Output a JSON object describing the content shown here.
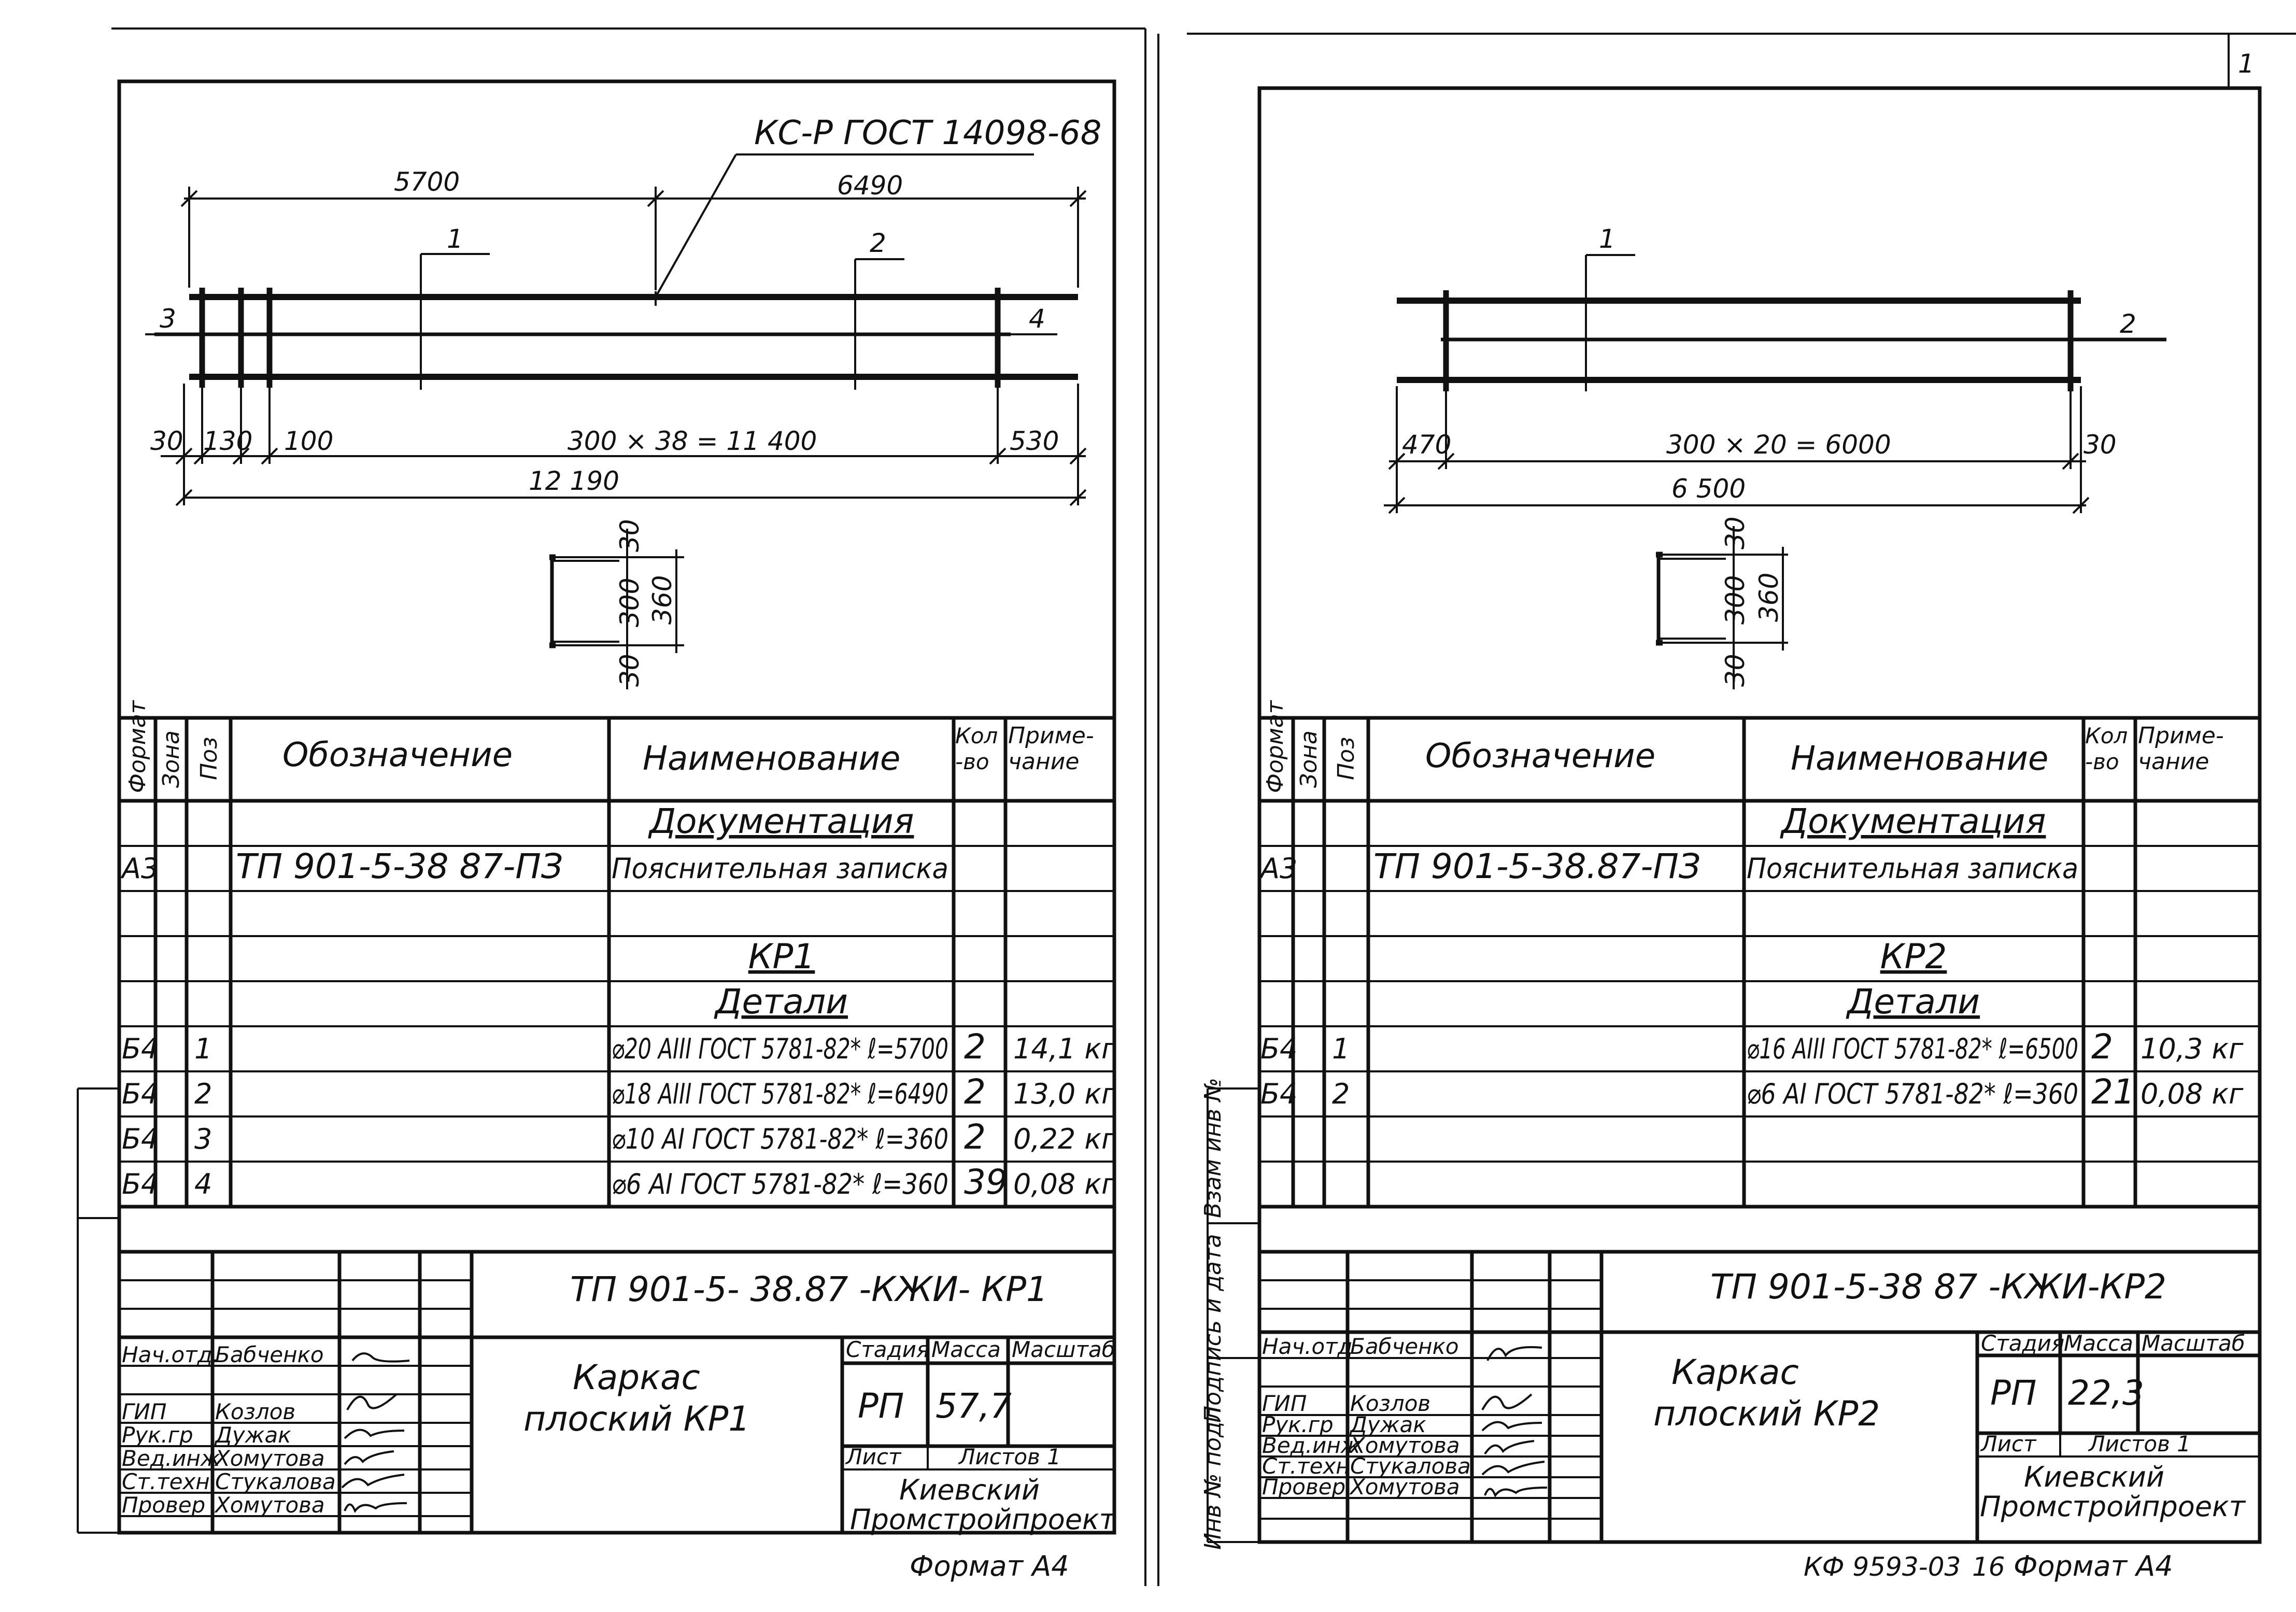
{
  "page_number": "1",
  "left": {
    "weld_note": "КС-Р ГОСТ 14098-68",
    "dims": {
      "d5700": "5700",
      "d6490": "6490",
      "d30": "30",
      "d130": "130",
      "d100": "100",
      "span": "300 × 38 = 11 400",
      "d530": "530",
      "total": "12 190"
    },
    "callouts": {
      "p1": "1",
      "p2": "2",
      "p3": "3",
      "p4": "4"
    },
    "section": {
      "top": "30",
      "inner": "300",
      "outer": "360",
      "bottom": "30"
    },
    "table_header": {
      "format": "Формат",
      "zone": "Зона",
      "pos": "Поз",
      "designation": "Обозначение",
      "name": "Наименование",
      "qty": "Кол-во",
      "note": "Приме-чание"
    },
    "table_rows": [
      {
        "format": "",
        "pos": "",
        "designation": "",
        "name": "Документация",
        "qty": "",
        "note": "",
        "style": "heading"
      },
      {
        "format": "А3",
        "pos": "",
        "designation": "ТП 901-5-38 87-ПЗ",
        "name": "Пояснительная записка",
        "qty": "",
        "note": "",
        "style": ""
      },
      {
        "format": "",
        "pos": "",
        "designation": "",
        "name": "",
        "qty": "",
        "note": "",
        "style": ""
      },
      {
        "format": "",
        "pos": "",
        "designation": "",
        "name": "КР1",
        "qty": "",
        "note": "",
        "style": "heading"
      },
      {
        "format": "",
        "pos": "",
        "designation": "",
        "name": "Детали",
        "qty": "",
        "note": "",
        "style": "heading"
      },
      {
        "format": "Б4",
        "pos": "1",
        "designation": "",
        "name": "⌀20 АIII ГОСТ 5781-82* ℓ=5700",
        "qty": "2",
        "note": "14,1 кг",
        "style": ""
      },
      {
        "format": "Б4",
        "pos": "2",
        "designation": "",
        "name": "⌀18 АIII ГОСТ 5781-82* ℓ=6490",
        "qty": "2",
        "note": "13,0 кг",
        "style": ""
      },
      {
        "format": "Б4",
        "pos": "3",
        "designation": "",
        "name": "⌀10 АI ГОСТ 5781-82* ℓ=360",
        "qty": "2",
        "note": "0,22 кг",
        "style": ""
      },
      {
        "format": "Б4",
        "pos": "4",
        "designation": "",
        "name": "⌀6 АI ГОСТ 5781-82* ℓ=360",
        "qty": "39",
        "note": "0,08 кг",
        "style": ""
      }
    ],
    "title_block": {
      "doc_code": "ТП 901-5- 38.87 -КЖИ- КР1",
      "title_line1": "Каркас",
      "title_line2": "плоский КР1",
      "stage_label": "Стадия",
      "mass_label": "Масса",
      "scale_label": "Масштаб",
      "stage": "РП",
      "mass": "57,7",
      "sheet_label": "Лист",
      "sheets_label": "Листов 1",
      "org_line1": "Киевский",
      "org_line2": "Промстройпроект",
      "roles": [
        {
          "role": "Нач.отд.",
          "name": "Бабченко"
        },
        {
          "role": "ГИП",
          "name": "Козлов"
        },
        {
          "role": "Рук.гр",
          "name": "Дужак"
        },
        {
          "role": "Вед.инж",
          "name": "Хомутова"
        },
        {
          "role": "Ст.техн",
          "name": "Стукалова"
        },
        {
          "role": "Провер",
          "name": "Хомутова"
        }
      ]
    },
    "format_note": "Формат А4"
  },
  "right": {
    "dims": {
      "d470": "470",
      "span": "300 × 20 = 6000",
      "d30": "30",
      "total": "6 500"
    },
    "callouts": {
      "p1": "1",
      "p2": "2"
    },
    "section": {
      "top": "30",
      "inner": "300",
      "outer": "360",
      "bottom": "30"
    },
    "table_header": {
      "format": "Формат",
      "zone": "Зона",
      "pos": "Поз",
      "designation": "Обозначение",
      "name": "Наименование",
      "qty": "Кол-во",
      "note": "Приме-чание"
    },
    "table_rows": [
      {
        "format": "",
        "pos": "",
        "designation": "",
        "name": "Документация",
        "qty": "",
        "note": "",
        "style": "heading"
      },
      {
        "format": "А3",
        "pos": "",
        "designation": "ТП 901-5-38.87-ПЗ",
        "name": "Пояснительная записка",
        "qty": "",
        "note": "",
        "style": ""
      },
      {
        "format": "",
        "pos": "",
        "designation": "",
        "name": "",
        "qty": "",
        "note": "",
        "style": ""
      },
      {
        "format": "",
        "pos": "",
        "designation": "",
        "name": "КР2",
        "qty": "",
        "note": "",
        "style": "heading"
      },
      {
        "format": "",
        "pos": "",
        "designation": "",
        "name": "Детали",
        "qty": "",
        "note": "",
        "style": "heading"
      },
      {
        "format": "Б4",
        "pos": "1",
        "designation": "",
        "name": "⌀16 АIII ГОСТ 5781-82* ℓ=6500",
        "qty": "2",
        "note": "10,3 кг",
        "style": ""
      },
      {
        "format": "Б4",
        "pos": "2",
        "designation": "",
        "name": "⌀6 АI ГОСТ 5781-82* ℓ=360",
        "qty": "21",
        "note": "0,08 кг",
        "style": ""
      },
      {
        "format": "",
        "pos": "",
        "designation": "",
        "name": "",
        "qty": "",
        "note": "",
        "style": ""
      },
      {
        "format": "",
        "pos": "",
        "designation": "",
        "name": "",
        "qty": "",
        "note": "",
        "style": ""
      }
    ],
    "title_block": {
      "doc_code": "ТП 901-5-38 87 -КЖИ-КР2",
      "title_line1": "Каркас",
      "title_line2": "плоский КР2",
      "stage_label": "Стадия",
      "mass_label": "Масса",
      "scale_label": "Масштаб",
      "stage": "РП",
      "mass": "22,3",
      "sheet_label": "Лист",
      "sheets_label": "Листов 1",
      "org_line1": "Киевский",
      "org_line2": "Промстройпроект",
      "roles": [
        {
          "role": "Нач.отд",
          "name": "Бабченко"
        },
        {
          "role": "ГИП",
          "name": "Козлов"
        },
        {
          "role": "Рук.гр",
          "name": "Дужак"
        },
        {
          "role": "Вед.инж",
          "name": "Хомутова"
        },
        {
          "role": "Ст.техн",
          "name": "Стукалова"
        },
        {
          "role": "Провер",
          "name": "Хомутова"
        }
      ]
    },
    "side_stamp": {
      "inv_orig": "Инв № подл",
      "sign_date": "Подпись и дата",
      "inv_replace": "Взам инв №"
    },
    "footer_code": "КФ 9593-03",
    "footer_num": "16",
    "format_note": "Формат А4"
  }
}
